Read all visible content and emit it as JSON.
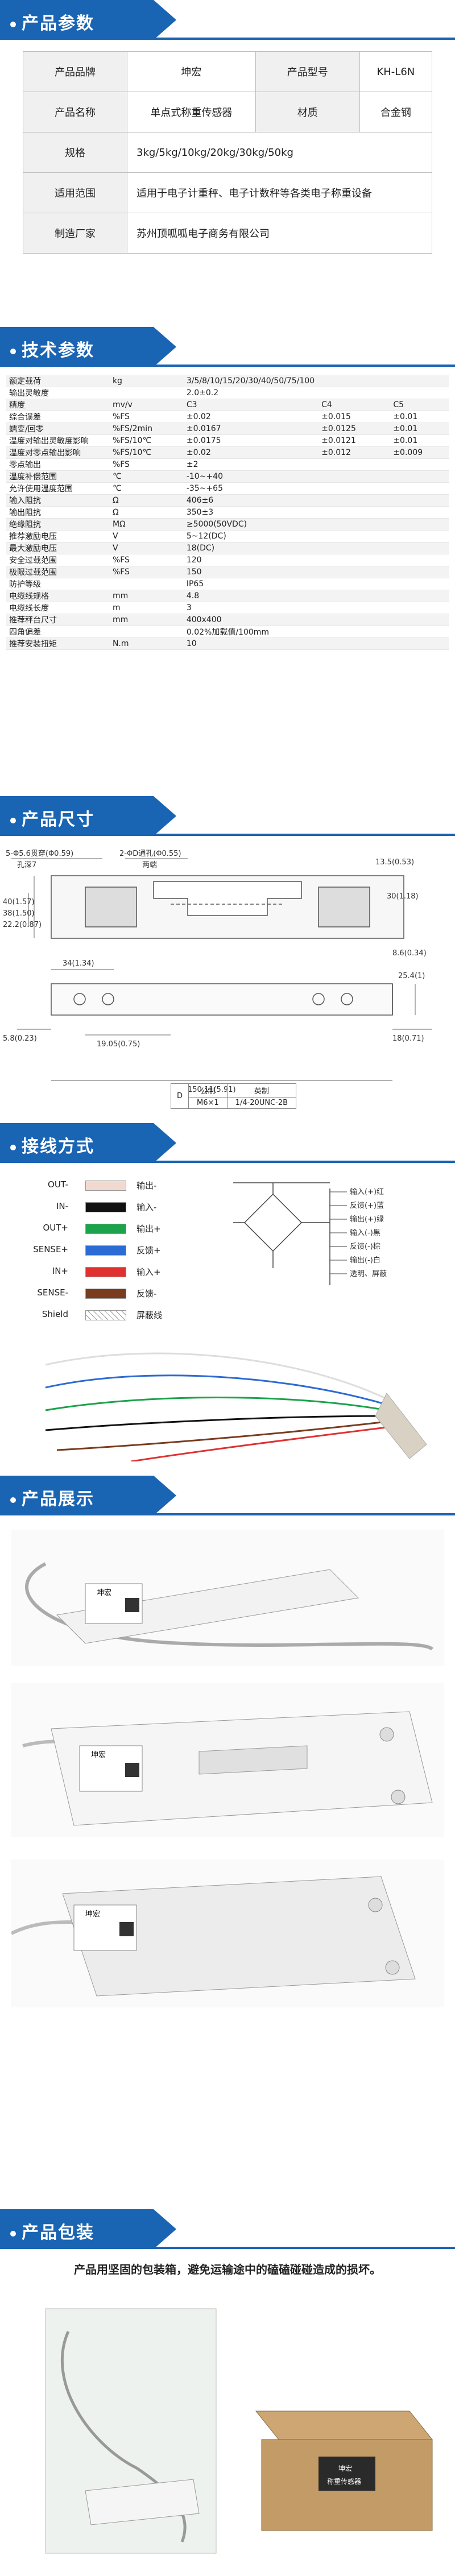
{
  "sections": {
    "params": "产品参数",
    "tech": "技术参数",
    "dims": "产品尺寸",
    "wiring": "接线方式",
    "display": "产品展示",
    "packaging": "产品包装"
  },
  "params": {
    "brand_label": "产品品牌",
    "brand": "坤宏",
    "model_label": "产品型号",
    "model": "KH-L6N",
    "name_label": "产品名称",
    "name": "单点式称重传感器",
    "material_label": "材质",
    "material": "合金钢",
    "spec_label": "规格",
    "spec": "3kg/5kg/10kg/20kg/30kg/50kg",
    "scope_label": "适用范围",
    "scope": "适用于电子计重秤、电子计数秤等各类电子称重设备",
    "maker_label": "制造厂家",
    "maker": "苏州顶呱呱电子商务有限公司"
  },
  "tech": {
    "rows": [
      [
        "额定载荷",
        "kg",
        "3/5/8/10/15/20/30/40/50/75/100",
        "",
        ""
      ],
      [
        "输出灵敏度",
        "",
        "2.0±0.2",
        "",
        ""
      ],
      [
        "精度",
        "mv/v",
        "C3",
        "C4",
        "C5"
      ],
      [
        "综合误差",
        "%FS",
        "±0.02",
        "±0.015",
        "±0.01"
      ],
      [
        "蠕变/回零",
        "%FS/2min",
        "±0.0167",
        "±0.0125",
        "±0.01"
      ],
      [
        "温度对输出灵敏度影响",
        "%FS/10℃",
        "±0.0175",
        "±0.0121",
        "±0.01"
      ],
      [
        "温度对零点输出影响",
        "%FS/10℃",
        "±0.02",
        "±0.012",
        "±0.009"
      ],
      [
        "零点输出",
        "%FS",
        "±2",
        "",
        ""
      ],
      [
        "温度补偿范围",
        "℃",
        "-10~+40",
        "",
        ""
      ],
      [
        "允许使用温度范围",
        "℃",
        "-35~+65",
        "",
        ""
      ],
      [
        "输入阻抗",
        "Ω",
        "406±6",
        "",
        ""
      ],
      [
        "输出阻抗",
        "Ω",
        "350±3",
        "",
        ""
      ],
      [
        "绝缘阻抗",
        "MΩ",
        "≥5000(50VDC)",
        "",
        ""
      ],
      [
        "推荐激励电压",
        "V",
        "5~12(DC)",
        "",
        ""
      ],
      [
        "最大激励电压",
        "V",
        "18(DC)",
        "",
        ""
      ],
      [
        "安全过载范围",
        "%FS",
        "120",
        "",
        ""
      ],
      [
        "极限过载范围",
        "%FS",
        "150",
        "",
        ""
      ],
      [
        "防护等级",
        "",
        "IP65",
        "",
        ""
      ],
      [
        "电缆线规格",
        "mm",
        "4.8",
        "",
        ""
      ],
      [
        "电缆线长度",
        "m",
        "3",
        "",
        ""
      ],
      [
        "推荐秤台尺寸",
        "mm",
        "400x400",
        "",
        ""
      ],
      [
        "四角偏差",
        "",
        "0.02%加载值/100mm",
        "",
        ""
      ],
      [
        "推荐安装扭矩",
        "N.m",
        "10",
        "",
        ""
      ]
    ]
  },
  "dims": {
    "d1": "5-Φ5.6贯穿(Φ0.59)",
    "d1b": "孔深7",
    "d2": "2-ΦD通孔(Φ0.55)",
    "d2b": "两端",
    "h1": "40(1.57)",
    "h2": "38(1.50)",
    "h3": "22.2(0.87)",
    "w1": "34(1.34)",
    "w2": "19.05(0.75)",
    "w3": "150.11(5.91)",
    "w4": "5.8(0.23)",
    "w5": "18(0.71)",
    "w6": "25.4(1)",
    "w7": "8.6(0.34)",
    "r1": "30(1.18)",
    "r2": "13.5(0.53)",
    "spec_head_d": "D",
    "spec_head_1": "公制",
    "spec_head_2": "英制",
    "spec_val_1": "M6×1",
    "spec_val_2": "1/4-20UNC-2B"
  },
  "wiring": {
    "rows": [
      {
        "sig": "OUT-",
        "label": "输出-",
        "color": "#f2d9d0"
      },
      {
        "sig": "IN-",
        "label": "输入-",
        "color": "#111111"
      },
      {
        "sig": "OUT+",
        "label": "输出+",
        "color": "#1aa34a"
      },
      {
        "sig": "SENSE+",
        "label": "反馈+",
        "color": "#2c6bd3"
      },
      {
        "sig": "IN+",
        "label": "输入+",
        "color": "#e03131"
      },
      {
        "sig": "SENSE-",
        "label": "反馈-",
        "color": "#7a3b1e"
      },
      {
        "sig": "Shield",
        "label": "屏蔽线",
        "color": "#ffffff"
      }
    ],
    "legend": [
      "输入(+)红",
      "反馈(+)蓝",
      "输出(+)绿",
      "输入(-)黑",
      "反馈(-)棕",
      "输出(-)白",
      "透明、屏蔽"
    ]
  },
  "display": {
    "label_brand": "坤宏"
  },
  "packaging": {
    "note": "产品用坚固的包装箱，避免运输途中的磕磕碰碰造成的损坏。",
    "box_brand": "坤宏",
    "box_text": "称重传感器"
  }
}
